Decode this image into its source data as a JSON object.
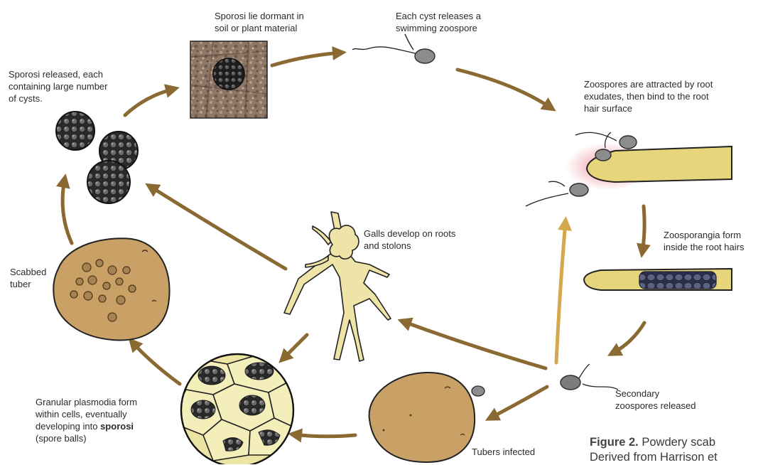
{
  "labels": {
    "sporosi_dormant": [
      "Sporosi lie dormant in",
      "soil or plant material"
    ],
    "cyst_releases": [
      "Each cyst releases a",
      "swimming zoospore"
    ],
    "zoospores_attracted": [
      "Zoospores are attracted by root",
      "exudates, then bind to the root",
      "hair surface"
    ],
    "zoosporangia": [
      "Zoosporangia form",
      "inside the root hairs"
    ],
    "secondary": [
      "Secondary",
      "zoospores released"
    ],
    "tubers_infected": "Tubers infected",
    "plasmodia_line1": "Granular plasmodia form",
    "plasmodia_line2": "within cells, eventually",
    "plasmodia_line3_pre": "developing into ",
    "plasmodia_line3_bold": "sporosi",
    "plasmodia_line4": "(spore balls)",
    "galls": [
      "Galls develop on roots",
      "and stolons"
    ],
    "scabbed": [
      "Scabbed",
      "tuber"
    ],
    "sporosi_released": [
      "Sporosi released, each",
      "containing large number",
      "of cysts."
    ]
  },
  "caption": {
    "figure_label": "Figure 2.",
    "line1_text": "Powdery scab",
    "line2_text": "Derived from Harrison et"
  },
  "colors": {
    "arrow": "#8a6a32",
    "arrow_gold": "#d6a84c",
    "tuber": "#c9a065",
    "root_hair": "#e6d57a",
    "spore_dark": "#3a3a3a",
    "gall": "#efe4a8",
    "halo": "#e87080"
  }
}
